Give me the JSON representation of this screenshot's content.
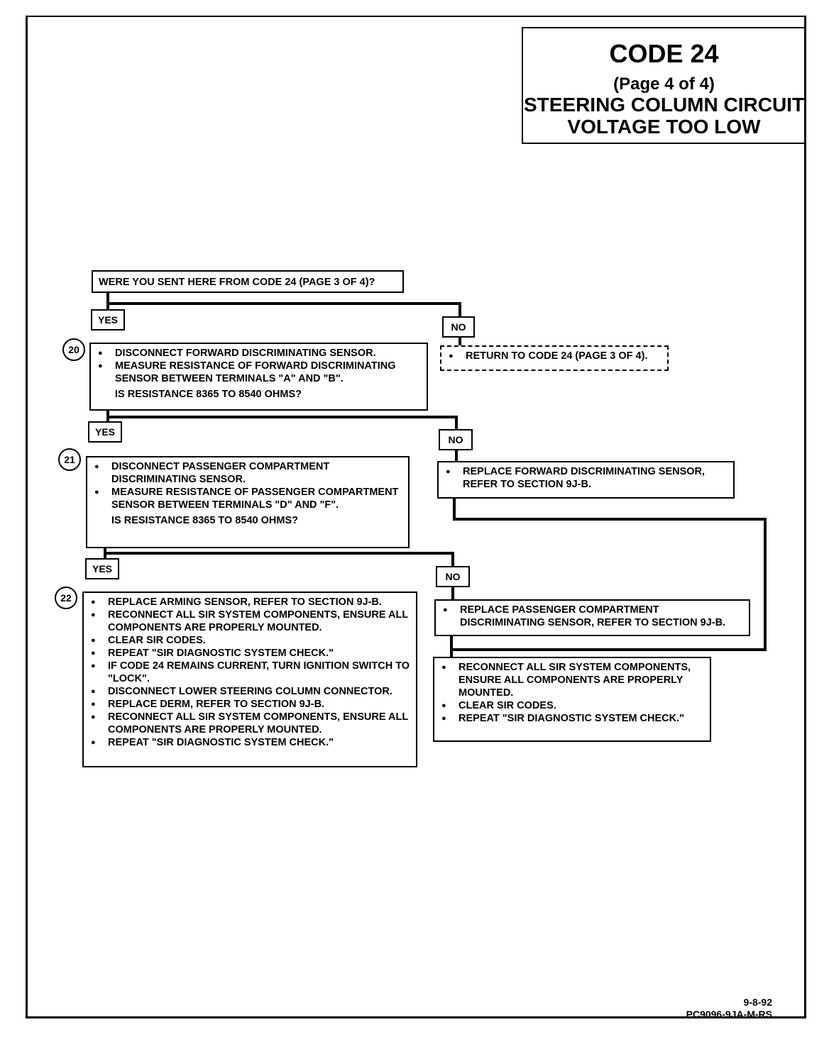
{
  "title": {
    "code": "CODE 24",
    "page": "(Page 4 of 4)",
    "line1": "STEERING COLUMN CIRCUIT",
    "line2": "VOLTAGE TOO LOW"
  },
  "question": "WERE YOU SENT HERE FROM CODE 24 (PAGE 3 OF 4)?",
  "labels": {
    "yes": "YES",
    "no": "NO"
  },
  "step20": {
    "number": "20",
    "items": [
      "DISCONNECT FORWARD DISCRIMINATING SENSOR.",
      "MEASURE RESISTANCE OF FORWARD DISCRIMINATING SENSOR BETWEEN TERMINALS \"A\" AND \"B\"."
    ],
    "question": "IS RESISTANCE 8365 TO 8540 OHMS?"
  },
  "no_return": [
    "RETURN TO CODE 24 (PAGE 3 OF 4)."
  ],
  "step21": {
    "number": "21",
    "items": [
      "DISCONNECT PASSENGER COMPARTMENT DISCRIMINATING SENSOR.",
      "MEASURE RESISTANCE OF PASSENGER COMPARTMENT SENSOR BETWEEN TERMINALS \"D\" AND \"F\"."
    ],
    "question": "IS RESISTANCE 8365 TO 8540 OHMS?"
  },
  "replace_forward": [
    "REPLACE FORWARD DISCRIMINATING SENSOR, REFER TO SECTION 9J-B."
  ],
  "step22": {
    "number": "22",
    "items": [
      "REPLACE ARMING SENSOR, REFER TO SECTION 9J-B.",
      "RECONNECT ALL SIR SYSTEM COMPONENTS, ENSURE ALL COMPONENTS ARE PROPERLY MOUNTED.",
      "CLEAR SIR CODES.",
      "REPEAT \"SIR DIAGNOSTIC SYSTEM CHECK.\"",
      "IF CODE 24 REMAINS CURRENT, TURN IGNITION SWITCH TO \"LOCK\".",
      "DISCONNECT LOWER STEERING COLUMN CONNECTOR.",
      "REPLACE DERM, REFER TO SECTION 9J-B.",
      "RECONNECT ALL SIR SYSTEM COMPONENTS, ENSURE ALL COMPONENTS ARE PROPERLY MOUNTED.",
      "REPEAT \"SIR DIAGNOSTIC SYSTEM CHECK.\""
    ]
  },
  "replace_passenger": [
    "REPLACE PASSENGER COMPARTMENT DISCRIMINATING SENSOR, REFER TO SECTION 9J-B."
  ],
  "final": [
    "RECONNECT ALL SIR SYSTEM COMPONENTS, ENSURE ALL COMPONENTS ARE PROPERLY MOUNTED.",
    "CLEAR SIR CODES.",
    "REPEAT \"SIR DIAGNOSTIC SYSTEM CHECK.\""
  ],
  "footer": {
    "date": "9-8-92",
    "doc_id": "PC9096-9JA-M-RS"
  }
}
